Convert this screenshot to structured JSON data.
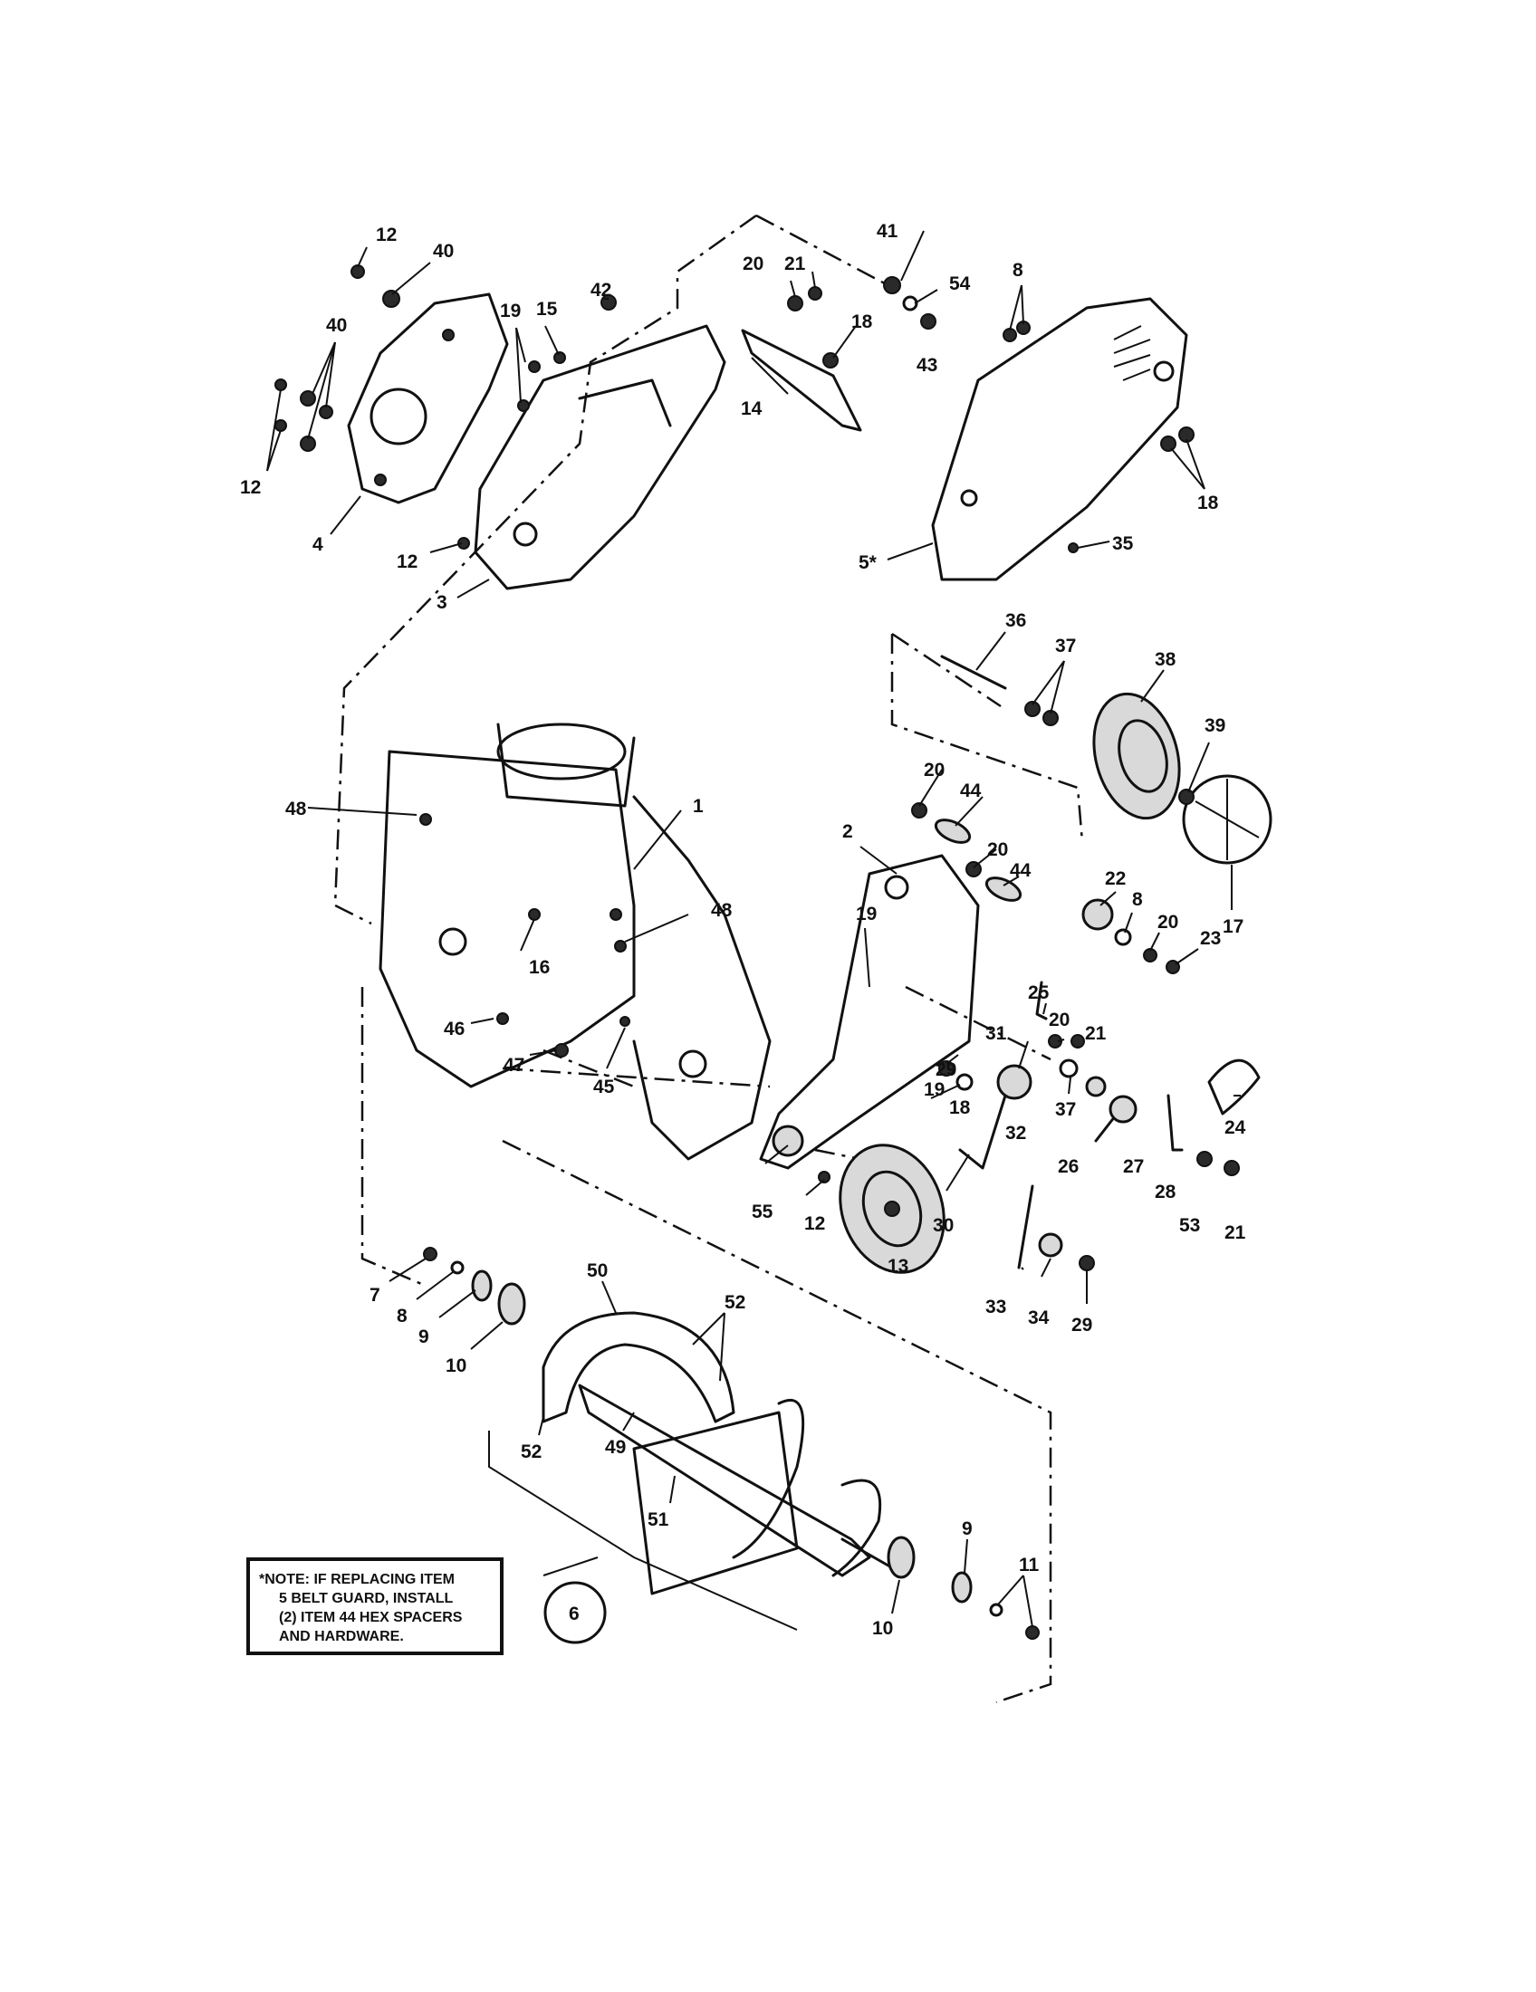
{
  "diagram": {
    "labels": [
      {
        "id": "l12a",
        "text": "12"
      },
      {
        "id": "l40a",
        "text": "40"
      },
      {
        "id": "l40b",
        "text": "40"
      },
      {
        "id": "l12b",
        "text": "12"
      },
      {
        "id": "l4",
        "text": "4"
      },
      {
        "id": "l12c",
        "text": "12"
      },
      {
        "id": "l3",
        "text": "3"
      },
      {
        "id": "l19a",
        "text": "19"
      },
      {
        "id": "l15",
        "text": "15"
      },
      {
        "id": "l42",
        "text": "42"
      },
      {
        "id": "l20a",
        "text": "20"
      },
      {
        "id": "l21a",
        "text": "21"
      },
      {
        "id": "l41",
        "text": "41"
      },
      {
        "id": "l54",
        "text": "54"
      },
      {
        "id": "l43",
        "text": "43"
      },
      {
        "id": "l18a",
        "text": "18"
      },
      {
        "id": "l14",
        "text": "14"
      },
      {
        "id": "l8a",
        "text": "8"
      },
      {
        "id": "l18b",
        "text": "18"
      },
      {
        "id": "l35",
        "text": "35"
      },
      {
        "id": "l5",
        "text": "5*"
      },
      {
        "id": "l36",
        "text": "36"
      },
      {
        "id": "l37a",
        "text": "37"
      },
      {
        "id": "l38",
        "text": "38"
      },
      {
        "id": "l39",
        "text": "39"
      },
      {
        "id": "l17",
        "text": "17"
      },
      {
        "id": "l48a",
        "text": "48"
      },
      {
        "id": "l1",
        "text": "1"
      },
      {
        "id": "l48b",
        "text": "48"
      },
      {
        "id": "l16",
        "text": "16"
      },
      {
        "id": "l46",
        "text": "46"
      },
      {
        "id": "l47",
        "text": "47"
      },
      {
        "id": "l45",
        "text": "45"
      },
      {
        "id": "l2",
        "text": "2"
      },
      {
        "id": "l20b",
        "text": "20"
      },
      {
        "id": "l44a",
        "text": "44"
      },
      {
        "id": "l20c",
        "text": "20"
      },
      {
        "id": "l44b",
        "text": "44"
      },
      {
        "id": "l19b",
        "text": "19"
      },
      {
        "id": "l22",
        "text": "22"
      },
      {
        "id": "l8b",
        "text": "8"
      },
      {
        "id": "l20d",
        "text": "20"
      },
      {
        "id": "l23",
        "text": "23"
      },
      {
        "id": "l25",
        "text": "25"
      },
      {
        "id": "l20e",
        "text": "20"
      },
      {
        "id": "l21b",
        "text": "21"
      },
      {
        "id": "l31",
        "text": "31"
      },
      {
        "id": "l29a",
        "text": "29"
      },
      {
        "id": "l18c",
        "text": "18"
      },
      {
        "id": "l19c",
        "text": "19"
      },
      {
        "id": "l32",
        "text": "32"
      },
      {
        "id": "l37b",
        "text": "37"
      },
      {
        "id": "l24",
        "text": "24"
      },
      {
        "id": "l26",
        "text": "26"
      },
      {
        "id": "l27",
        "text": "27"
      },
      {
        "id": "l28",
        "text": "28"
      },
      {
        "id": "l53",
        "text": "53"
      },
      {
        "id": "l21c",
        "text": "21"
      },
      {
        "id": "l55",
        "text": "55"
      },
      {
        "id": "l12d",
        "text": "12"
      },
      {
        "id": "l30",
        "text": "30"
      },
      {
        "id": "l13",
        "text": "13"
      },
      {
        "id": "l33",
        "text": "33"
      },
      {
        "id": "l34",
        "text": "34"
      },
      {
        "id": "l29b",
        "text": "29"
      },
      {
        "id": "l7",
        "text": "7"
      },
      {
        "id": "l8c",
        "text": "8"
      },
      {
        "id": "l9a",
        "text": "9"
      },
      {
        "id": "l10a",
        "text": "10"
      },
      {
        "id": "l50",
        "text": "50"
      },
      {
        "id": "l52a",
        "text": "52"
      },
      {
        "id": "l52b",
        "text": "52"
      },
      {
        "id": "l49",
        "text": "49"
      },
      {
        "id": "l51",
        "text": "51"
      },
      {
        "id": "l9b",
        "text": "9"
      },
      {
        "id": "l11",
        "text": "11"
      },
      {
        "id": "l10b",
        "text": "10"
      },
      {
        "id": "l6",
        "text": "6"
      }
    ],
    "note": {
      "line1": "*NOTE: IF REPLACING ITEM",
      "line2": "5 BELT GUARD, INSTALL",
      "line3": "(2) ITEM 44 HEX SPACERS",
      "line4": "AND HARDWARE."
    }
  }
}
